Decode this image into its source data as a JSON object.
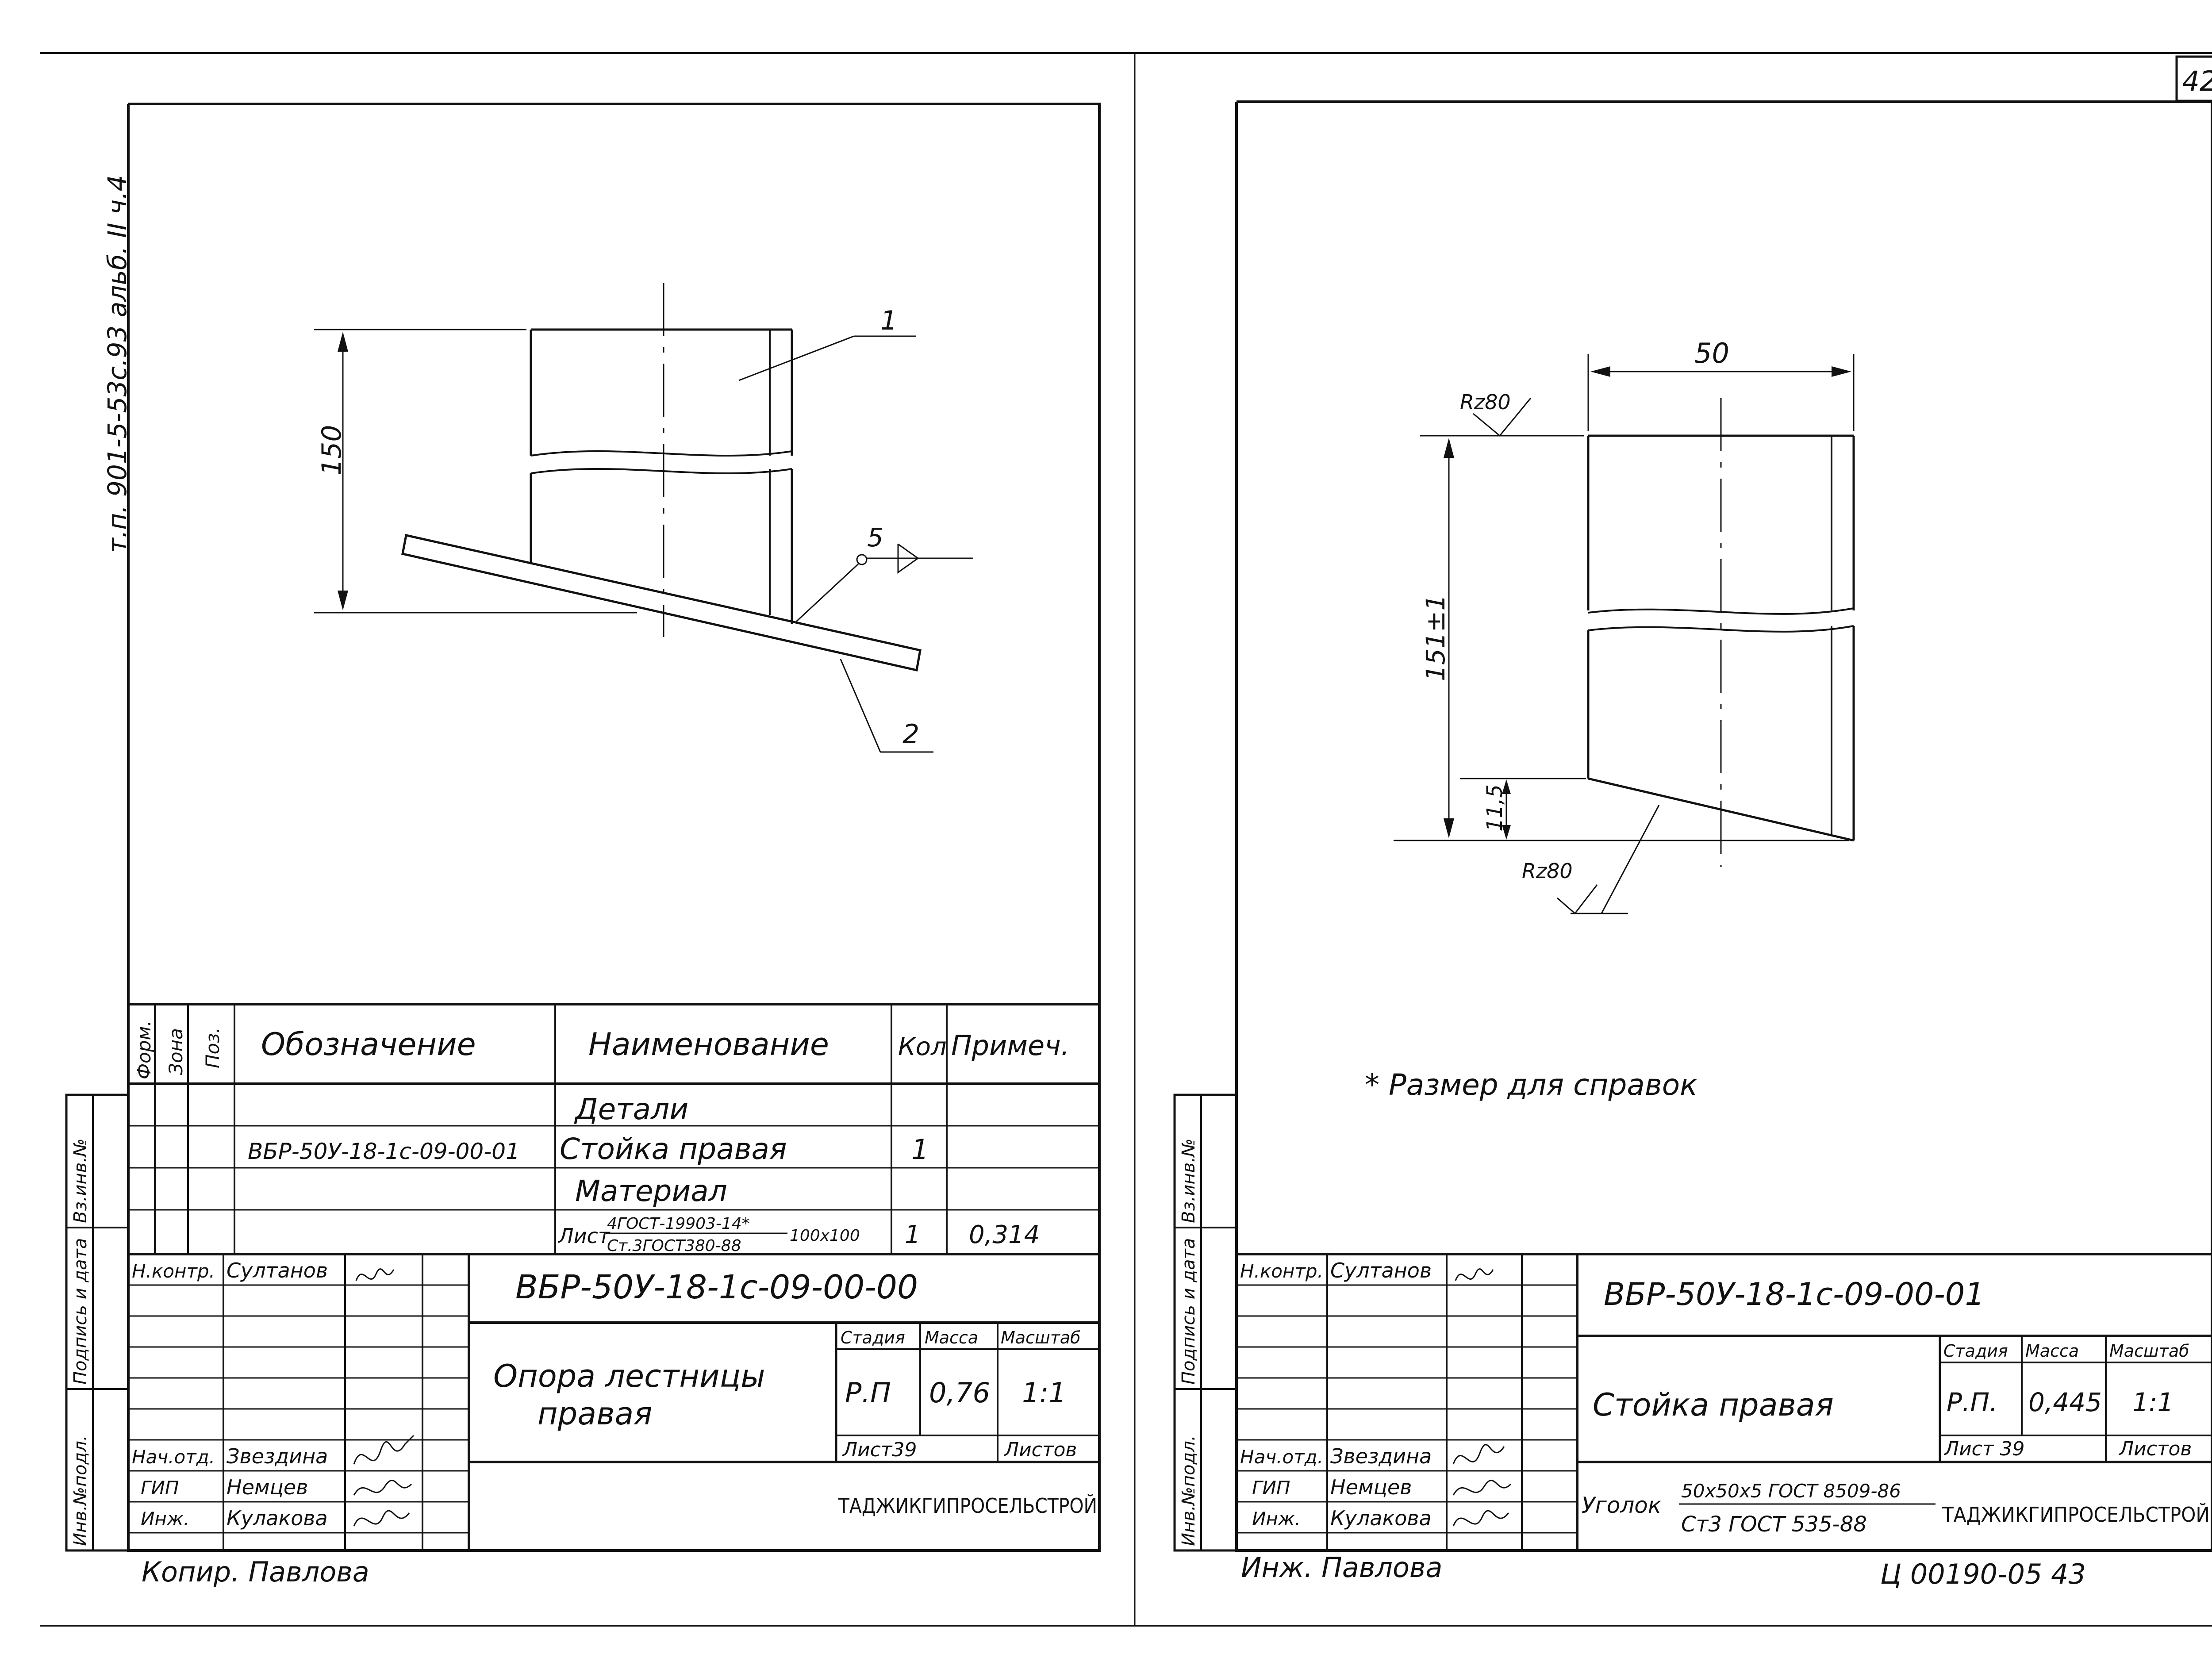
{
  "page_number": "42",
  "side_stamp": "т.п. 901-5-53с.93 альб. II ч.4",
  "left": {
    "callouts": {
      "dim_height": "150",
      "pos1": "1",
      "pos2": "2",
      "pos5": "5"
    },
    "spec_table": {
      "headers": {
        "format": "Форм.",
        "zone": "Зона",
        "pos": "Поз.",
        "designation": "Обозначение",
        "name": "Наименование",
        "qty": "Кол",
        "note": "Примеч."
      },
      "section_parts": "Детали",
      "row1": {
        "designation": "ВБР-50У-18-1с-09-00-01",
        "name": "Стойка правая",
        "qty": "1"
      },
      "section_material": "Материал",
      "material": {
        "prefix": "Лист",
        "top": "4ГОСТ-19903-14*",
        "bottom": "Ст.3ГОСТ380-88",
        "size": "100х100",
        "qty": "1",
        "note": "0,314"
      }
    },
    "binding_labels": {
      "inv_vz": "Вз.инв.№",
      "sign_date": "Подпись и дата",
      "inv_orig": "Инв.№подл."
    },
    "title_block": {
      "roles": [
        "Н.контр.",
        "",
        "",
        "",
        "",
        "Нач.отд.",
        "ГИП",
        "Инж."
      ],
      "names": [
        "Султанов",
        "",
        "",
        "",
        "",
        "Звездина",
        "Немцев",
        "Кулакова"
      ],
      "doc_code": "ВБР-50У-18-1с-09-00-00",
      "title_line1": "Опора лестницы",
      "title_line2": "правая",
      "stage_label": "Стадия",
      "mass_label": "Масса",
      "scale_label": "Масштаб",
      "stage": "Р.П",
      "mass": "0,76",
      "scale": "1:1",
      "sheet_label": "Лист39",
      "sheets_label": "Листов",
      "org": "ТАДЖИКГИПРОСЕЛЬСТРОЙ"
    },
    "copied_by": "Копир. Павлова"
  },
  "right": {
    "callouts": {
      "dim_width": "50",
      "dim_height": "151±1",
      "dim_small": "11,5",
      "rough_top": "Rz80",
      "rough_bottom": "Rz80"
    },
    "note": "* Размер для справок",
    "binding_labels": {
      "inv_vz": "Вз.инв.№",
      "sign_date": "Подпись и дата",
      "inv_orig": "Инв.№подл."
    },
    "title_block": {
      "roles": [
        "Н.контр.",
        "",
        "",
        "",
        "",
        "Нач.отд.",
        "ГИП",
        "Инж."
      ],
      "names": [
        "Султанов",
        "",
        "",
        "",
        "",
        "Звездина",
        "Немцев",
        "Кулакова"
      ],
      "doc_code": "ВБР-50У-18-1с-09-00-01",
      "title": "Стойка правая",
      "stage_label": "Стадия",
      "mass_label": "Масса",
      "scale_label": "Масштаб",
      "stage": "Р.П.",
      "mass": "0,445",
      "scale": "1:1",
      "sheet_label": "Лист 39",
      "sheets_label": "Листов",
      "material_prefix": "Уголок",
      "material_top": "50х50х5 ГОСТ 8509-86",
      "material_bottom": "Ст3 ГОСТ 535-88",
      "org": "ТАДЖИКГИПРОСЕЛЬСТРОЙ"
    },
    "drawn_by": "Инж. Павлова",
    "archive_code": "Ц 00190-05 43"
  }
}
